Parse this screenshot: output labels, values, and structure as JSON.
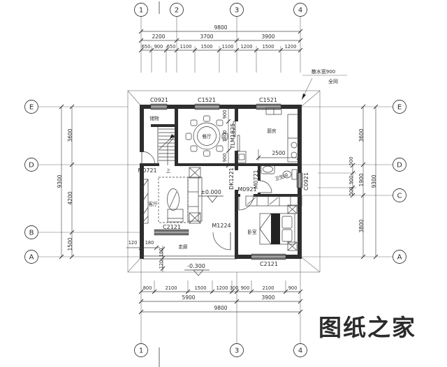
{
  "watermark": "图纸之家",
  "colors": {
    "ink": "#3a3a3a",
    "watermark_red": "#e8100c"
  },
  "grid_bubbles": {
    "top": [
      "1",
      "2",
      "3",
      "4"
    ],
    "bottom": [
      "1",
      "3",
      "4"
    ],
    "left": [
      "E",
      "D",
      "B",
      "A"
    ],
    "right": [
      "E",
      "D",
      "C",
      "A"
    ]
  },
  "dimensions": {
    "top": {
      "total": "9800",
      "major": [
        "2200",
        "3700",
        "3900"
      ],
      "minor": [
        "650",
        "900",
        "650",
        "1100",
        "1500",
        "1100",
        "1200",
        "1500",
        "1200"
      ]
    },
    "bottom": {
      "total": "9800",
      "major": [
        "5900",
        "3900"
      ],
      "minor": [
        "800",
        "2100",
        "1500",
        "1200",
        "300",
        "900",
        "2100",
        "900"
      ]
    },
    "left": {
      "total": "9300",
      "major": [
        "3600",
        "4200",
        "1500"
      ]
    },
    "right": {
      "total": "9300",
      "major": [
        "3600",
        "1900",
        "3800"
      ],
      "small": [
        "500",
        "900",
        "500"
      ]
    },
    "dining_wall": [
      "900",
      "1800",
      "900"
    ],
    "kitchen_width": "2500",
    "entry_h": [
      "120",
      "180"
    ],
    "entry_v": [
      "180",
      "120"
    ]
  },
  "rooms": {
    "storage": "储物",
    "dining": "餐厅",
    "kitchen": "厨房",
    "bathroom": "卫生间",
    "living": "客厅",
    "bedroom": "卧室",
    "corridor": "走廊"
  },
  "openings": {
    "win_top_left": "C0921",
    "win_top_mid": "C1521",
    "win_top_right": "C1521",
    "door_storage": "M0721",
    "slide_dining": "TLM1825",
    "open_living": "DK1221",
    "door_bedroom": "M0921",
    "door_bath": "M0721",
    "win_bath": "C0921",
    "door_entry": "M1224",
    "win_living": "C2121",
    "win_bedroom": "C2121"
  },
  "levels": {
    "indoor": "±0.000",
    "outdoor": "-0.300"
  },
  "stairs": {
    "up": "上"
  },
  "notes": {
    "apron": "散水宽900",
    "apron2": "全同"
  }
}
